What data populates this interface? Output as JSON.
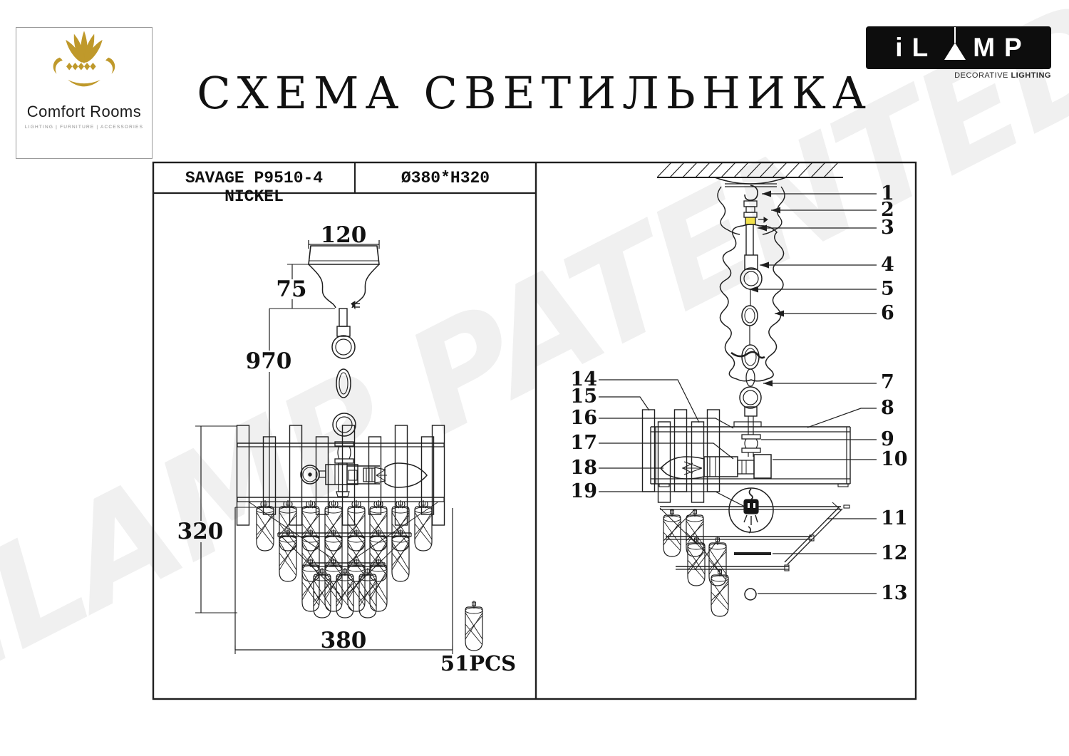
{
  "header": {
    "comfort_rooms": {
      "name": "Comfort Rooms",
      "tagline": "LIGHTING | FURNITURE | ACCESSORIES"
    },
    "title_word1": "СХЕМА",
    "title_word2": "СВЕТИЛЬНИКА",
    "ilamp": {
      "left": "iL",
      "right": "MP",
      "sub_regular": "DECORATIVE",
      "sub_bold": "LIGHTING"
    }
  },
  "spec": {
    "model": "SAVAGE P9510-4 NICKEL",
    "size": "Ø380*H320"
  },
  "dims": {
    "canopy_w": "120",
    "canopy_h": "75",
    "drop": "970",
    "body_h": "320",
    "body_w": "380",
    "crystals": "51PCS"
  },
  "callouts": {
    "right": [
      "1",
      "2",
      "3",
      "4",
      "5",
      "6",
      "7",
      "8",
      "9",
      "10",
      "11",
      "12",
      "13"
    ],
    "left": [
      "14",
      "15",
      "16",
      "17",
      "18",
      "19"
    ]
  },
  "watermark": "iLAMP PATENTED",
  "colors": {
    "line": "#1f1f1f",
    "gold": "#bf992b",
    "watermark": "#f0f0f0",
    "highlight": "#f2e14c",
    "logo_black": "#0d0d0d"
  }
}
